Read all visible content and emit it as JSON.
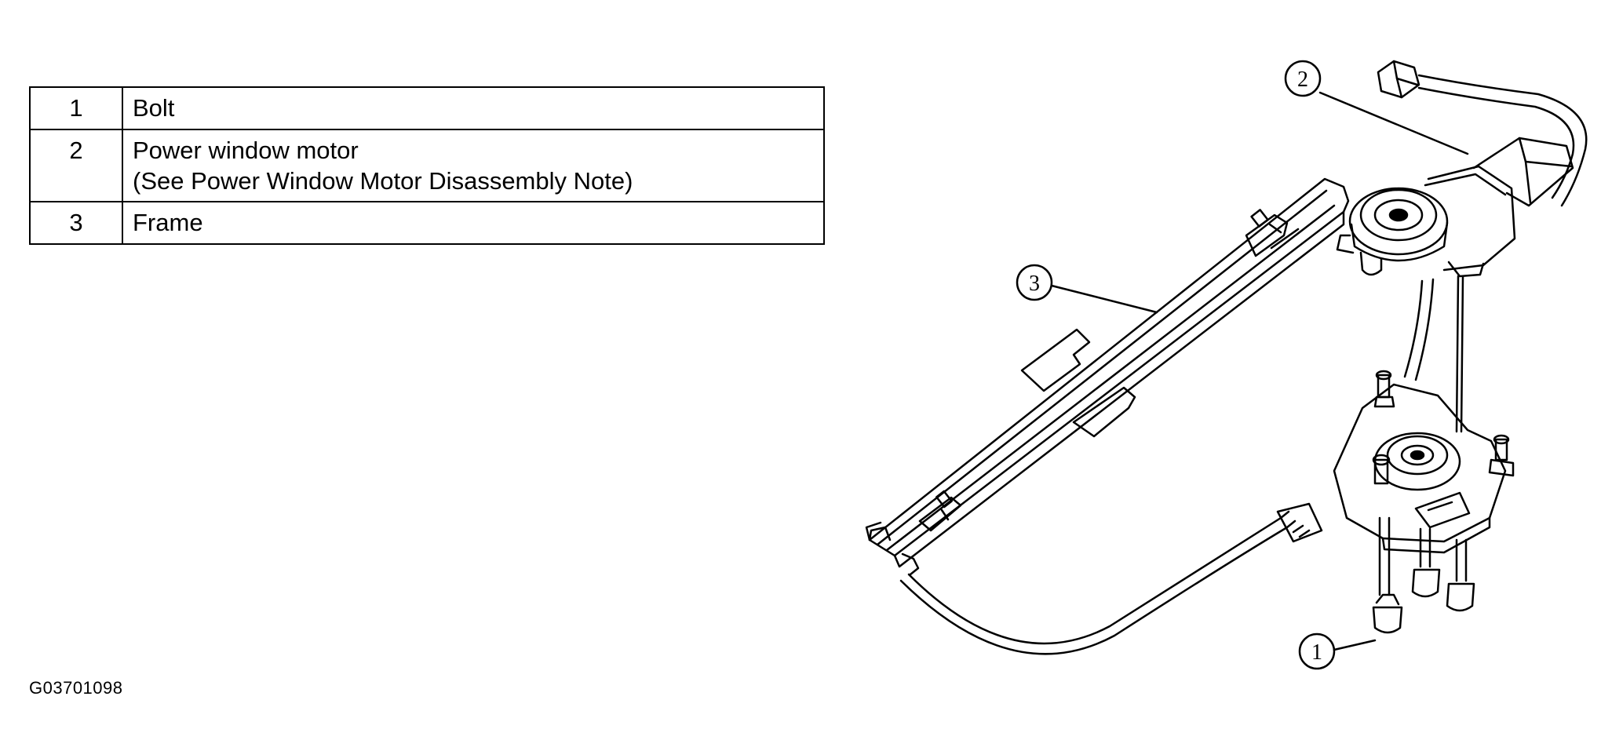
{
  "legend": {
    "rows": [
      {
        "number": "1",
        "lines": [
          "Bolt"
        ]
      },
      {
        "number": "2",
        "lines": [
          "Power window motor",
          "(See Power Window Motor Disassembly Note)"
        ]
      },
      {
        "number": "3",
        "lines": [
          "Frame"
        ]
      }
    ]
  },
  "diagram": {
    "callouts": [
      "1",
      "2",
      "3"
    ],
    "parts": [
      "bolt",
      "power-window-motor",
      "frame",
      "cable",
      "pulley-bracket",
      "connector"
    ]
  },
  "figure_id": "G03701098"
}
